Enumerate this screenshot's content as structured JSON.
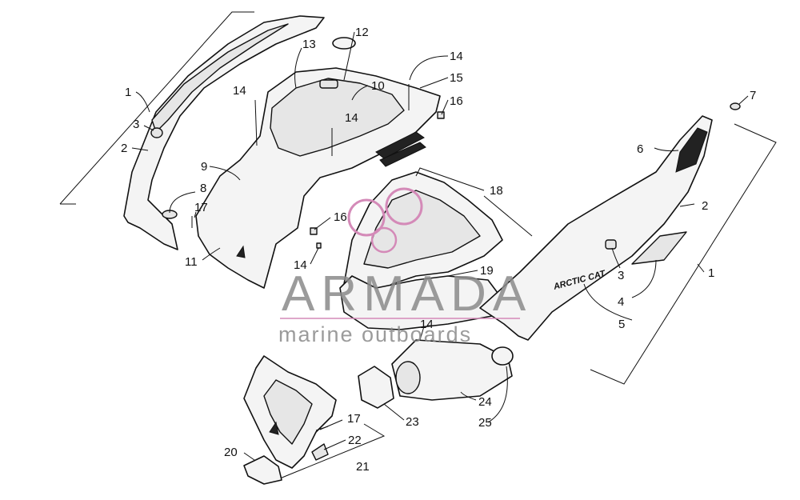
{
  "watermark": {
    "title": "ARMADA",
    "subtitle": "marine outboards",
    "logo_color": "#d48ab8"
  },
  "decal_text": "ARCTIC CAT",
  "callouts": {
    "c1a": "1",
    "c1b": "1",
    "c2a": "2",
    "c2b": "2",
    "c3a": "3",
    "c3b": "3",
    "c4": "4",
    "c5": "5",
    "c6": "6",
    "c7": "7",
    "c8": "8",
    "c9": "9",
    "c10": "10",
    "c11": "11",
    "c12": "12",
    "c13": "13",
    "c14a": "14",
    "c14b": "14",
    "c14c": "14",
    "c14d": "14",
    "c14e": "14",
    "c15": "15",
    "c16a": "16",
    "c16b": "16",
    "c17a": "17",
    "c17b": "17",
    "c18": "18",
    "c19": "19",
    "c20": "20",
    "c21": "21",
    "c22": "22",
    "c23": "23",
    "c24": "24",
    "c25": "25"
  }
}
